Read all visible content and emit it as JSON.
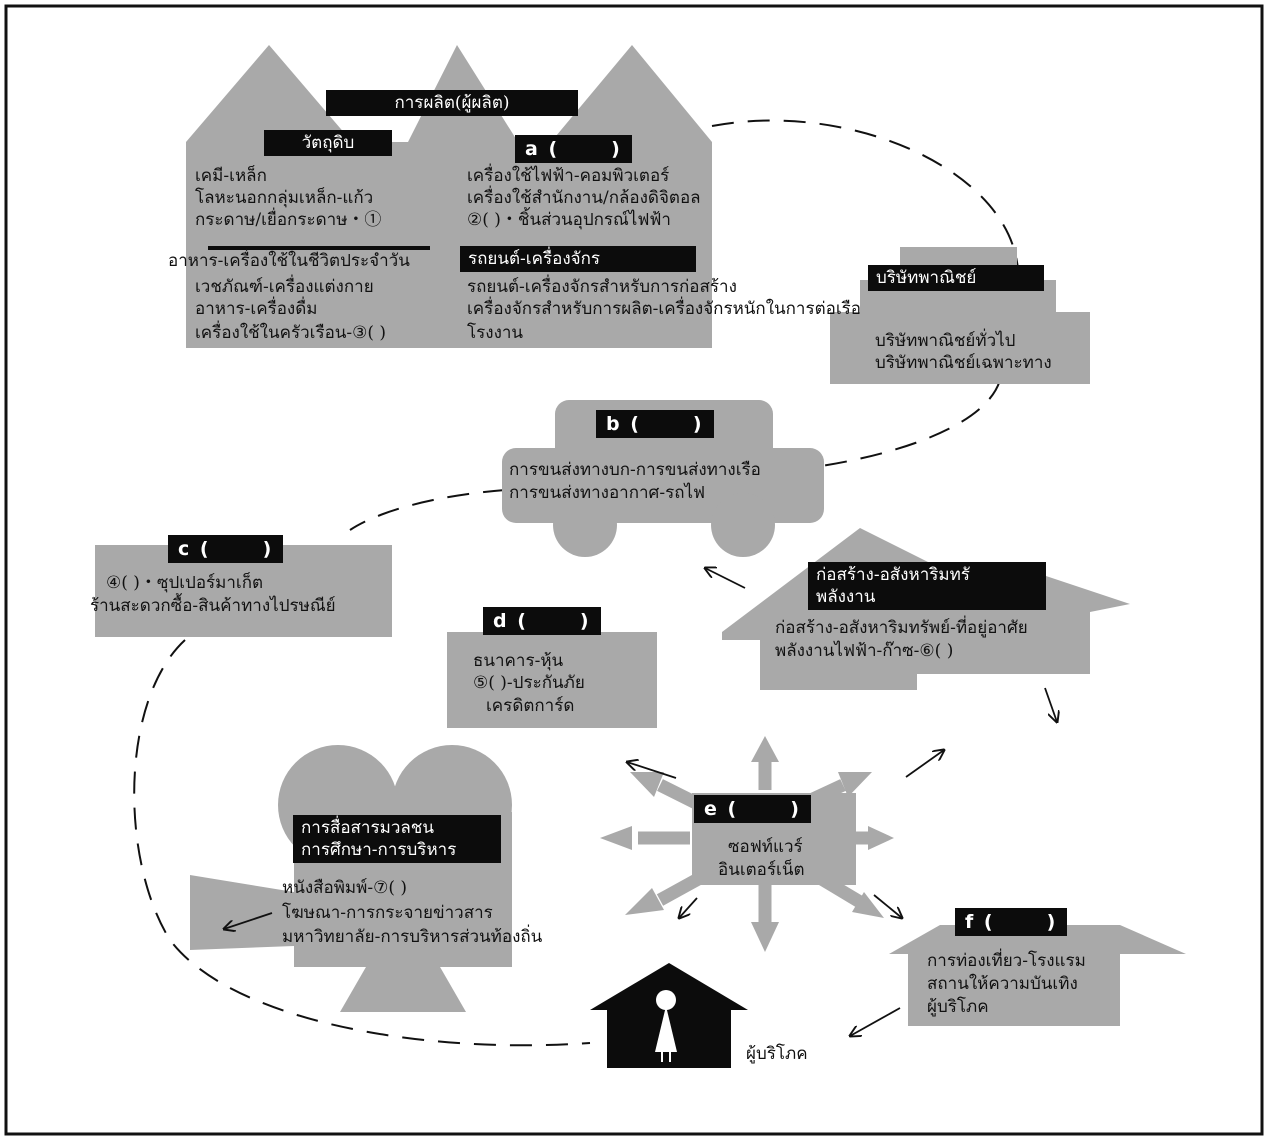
{
  "production": {
    "title": "การผลิต(ผู้ผลิต)",
    "materials": {
      "header": "วัตถุดิบ",
      "lines": [
        "เคมี-เหล็ก",
        "โลหะนอกกลุ่มเหล็ก-แก้ว",
        "กระดาษ/เยื่อกระดาษ・①"
      ]
    },
    "a": {
      "tag": "a (      )",
      "tag_letter": "a",
      "lines": [
        "เครื่องใช้ไฟฟ้า-คอมพิวเตอร์",
        "เครื่องใช้สำนักงาน/กล้องดิจิตอล",
        "②(         )・ชิ้นส่วนอุปกรณ์ไฟฟ้า"
      ]
    },
    "daily": {
      "header": "อาหาร-เครื่องใช้ในชีวิตประจำวัน",
      "lines": [
        "เวชภัณฑ์-เครื่องแต่งกาย",
        "อาหาร-เครื่องดื่ม",
        "เครื่องใช้ในครัวเรือน-③(        )"
      ]
    },
    "vehicles": {
      "header": "รถยนต์-เครื่องจักร",
      "lines": [
        "รถยนต์-เครื่องจักรสำหรับการก่อสร้าง",
        "เครื่องจักรสำหรับการผลิต-เครื่องจักรหนักในการต่อเรือ",
        "โรงงาน"
      ]
    }
  },
  "trading": {
    "header": "บริษัทพาณิชย์",
    "lines": [
      "บริษัทพาณิชย์ทั่วไป",
      "บริษัทพาณิชย์เฉพาะทาง"
    ]
  },
  "b": {
    "tag_letter": "b",
    "lines": [
      "การขนส่งทางบก-การขนส่งทางเรือ",
      "การขนส่งทางอากาศ-รถไฟ"
    ]
  },
  "c": {
    "tag_letter": "c",
    "lines": [
      "④(   )・ซุปเปอร์มาเก็ต",
      "ร้านสะดวกซื้อ-สินค้าทางไปรษณีย์"
    ]
  },
  "d": {
    "tag_letter": "d",
    "lines": [
      "ธนาคาร-หุ้น",
      "⑤(      )-ประกันภัย",
      "เครดิตการ์ด"
    ]
  },
  "construction": {
    "header_lines": [
      "ก่อสร้าง-อสังหาริมทรั",
      "พลังงาน"
    ],
    "lines": [
      "ก่อสร้าง-อสังหาริมทรัพย์-ที่อยู่อาศัย",
      "พลังงานไฟฟ้า-ก๊าซ-⑥(          )"
    ]
  },
  "e": {
    "tag_letter": "e",
    "lines": [
      "ซอฟท์แวร์",
      "อินเตอร์เน็ต"
    ]
  },
  "media": {
    "header_lines": [
      "การสื่อสารมวลชน",
      "การศึกษา-การบริหาร"
    ],
    "lines": [
      "หนังสือพิมพ์-⑦(             )",
      "โฆษณา-การกระจายข่าวสาร",
      "มหาวิทยาลัย-การบริหารส่วนท้องถิ่น"
    ]
  },
  "f": {
    "tag_letter": "f",
    "lines": [
      "การท่องเที่ยว-โรงแรม",
      "สถานให้ความบันเทิง",
      "ผู้บริโภค"
    ]
  },
  "consumer": {
    "label": "ผู้บริโภค"
  },
  "tag_paren_open": "(",
  "tag_paren_close": ")",
  "colors": {
    "gray": "#a9a9a9",
    "black": "#0c0c0c"
  },
  "icons": [
    "house-icon",
    "truck-icon",
    "camera-icon",
    "star-burst-icon",
    "consumer-house-icon"
  ]
}
